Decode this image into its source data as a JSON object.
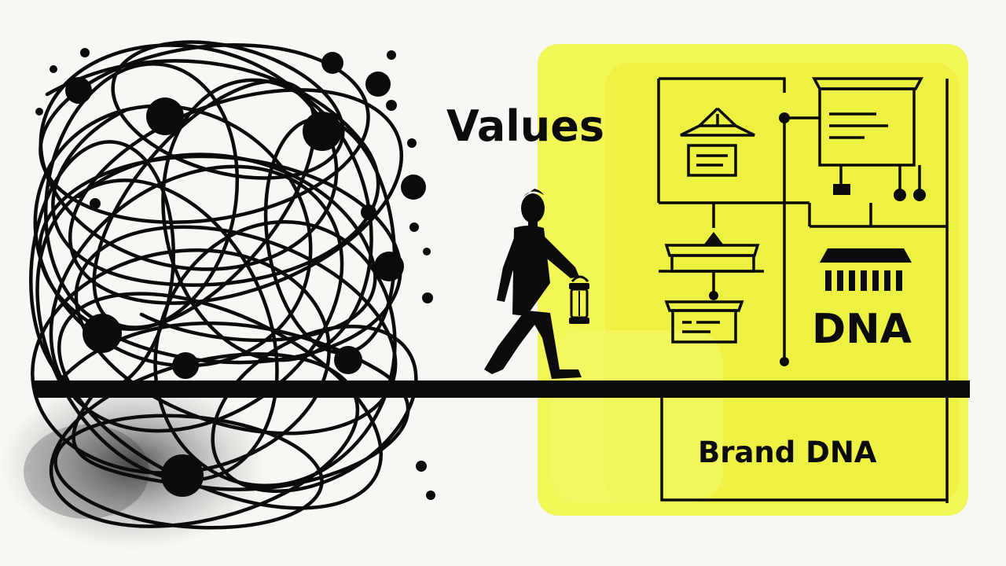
{
  "labels": {
    "values": "Values",
    "dna": "DNA",
    "brand_dna": "Brand DNA"
  },
  "colors": {
    "ink": "#0b0b0b",
    "highlight": "#f0f545",
    "background": "#f7f7f4"
  },
  "icons": [
    "tangled-scribble-icon",
    "walking-person-icon",
    "lantern-icon",
    "document-box-icon",
    "building-icon",
    "ground-line"
  ]
}
